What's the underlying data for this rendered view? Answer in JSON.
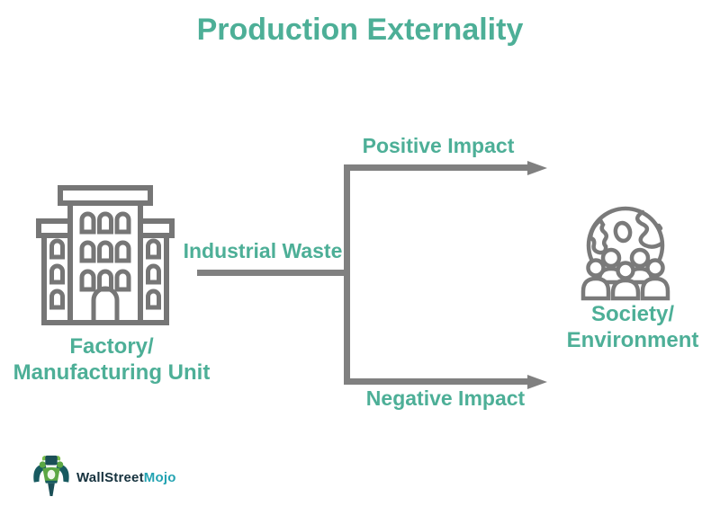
{
  "title": "Production Externality",
  "colors": {
    "accent_teal": "#4daf97",
    "line_gray": "#808080",
    "icon_gray": "#767676",
    "logo_dark": "#16323e",
    "logo_teal": "#23a3b2"
  },
  "nodes": {
    "factory": {
      "icon": "factory-building-icon",
      "label_line1": "Factory/",
      "label_line2": "Manufacturing Unit"
    },
    "society": {
      "icon": "globe-people-icon",
      "label_line1": "Society/",
      "label_line2": "Environment"
    }
  },
  "flows": {
    "source_label": "Industrial Waste",
    "positive_label": "Positive Impact",
    "negative_label": "Negative Impact"
  },
  "footer": {
    "brand_primary": "WallStreet",
    "brand_secondary": "Mojo",
    "logo_icon": "wallstreetmojo-bull-icon"
  }
}
